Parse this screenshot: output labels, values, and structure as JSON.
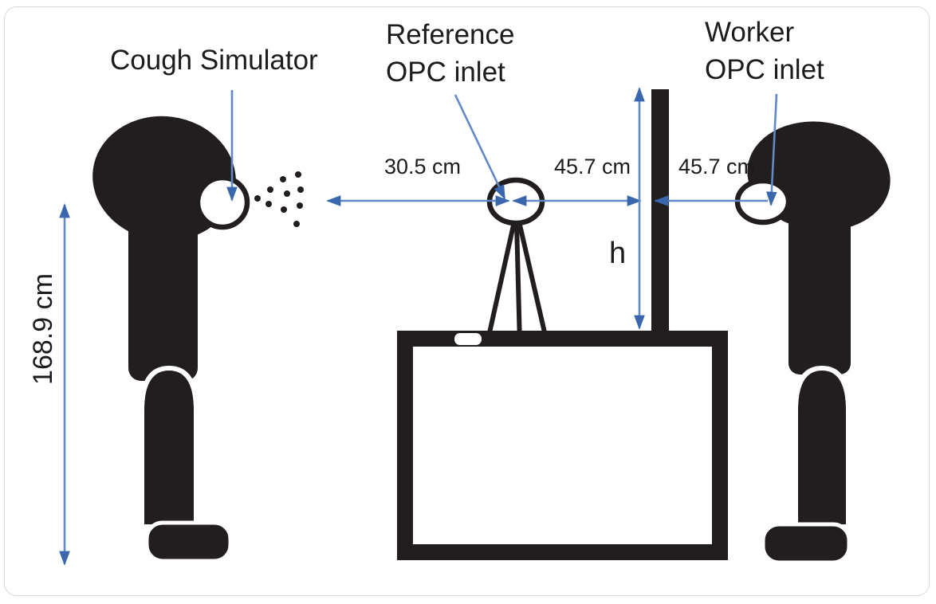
{
  "labels": {
    "cough_simulator": "Cough Simulator",
    "reference_opc": "Reference\nOPC inlet",
    "worker_opc": "Worker\nOPC inlet"
  },
  "measurements": {
    "mannequin_height": "168.9 cm",
    "source_to_reference": "30.5 cm",
    "reference_to_pole": "45.7 cm",
    "pole_to_worker": "45.7 cm",
    "pole_height_symbol": "h"
  },
  "colors": {
    "silhouette": "#221e1f",
    "arrow_line": "#6189c8",
    "arrow_head": "#3a66ae",
    "text": "#1c1c1c",
    "card_border": "#d8dadb",
    "card_background": "#ffffff"
  }
}
